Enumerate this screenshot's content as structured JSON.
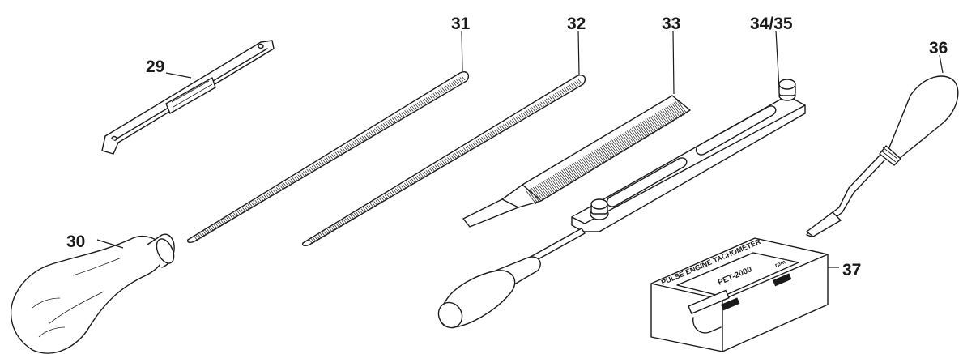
{
  "parts": [
    {
      "id": "29",
      "label": "29"
    },
    {
      "id": "30",
      "label": "30"
    },
    {
      "id": "31",
      "label": "31"
    },
    {
      "id": "32",
      "label": "32"
    },
    {
      "id": "33",
      "label": "33"
    },
    {
      "id": "34-35",
      "label": "34/35"
    },
    {
      "id": "36",
      "label": "36"
    },
    {
      "id": "37",
      "label": "37"
    }
  ],
  "tachometer": {
    "brand_line": "PULSE ENGINE TACHOMETER",
    "model": "PET-2000",
    "unit": "rpm"
  }
}
